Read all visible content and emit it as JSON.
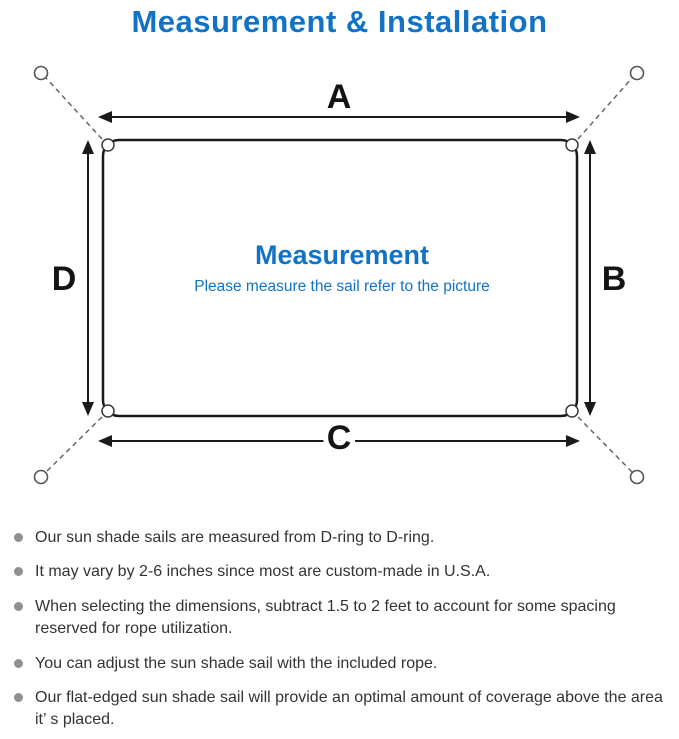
{
  "title": "Measurement & Installation",
  "diagram": {
    "labels": {
      "top": "A",
      "right": "B",
      "bottom": "C",
      "left": "D"
    },
    "center_title": "Measurement",
    "center_subtitle": "Please measure the sail refer to the picture"
  },
  "bullets": [
    "Our sun shade sails are measured from D-ring to D-ring.",
    "It may vary by 2-6 inches since most are custom-made in U.S.A.",
    "When selecting the dimensions, subtract 1.5 to 2 feet to account for some spacing reserved for rope utilization.",
    "You can adjust the sun shade sail with the included rope.",
    "Our flat-edged sun shade sail will provide an optimal amount of coverage above the area it’ s placed."
  ],
  "colors": {
    "accent_blue": "#1273c6",
    "line_black": "#141414",
    "bullet_gray": "#909090",
    "text_dark": "#333333"
  }
}
